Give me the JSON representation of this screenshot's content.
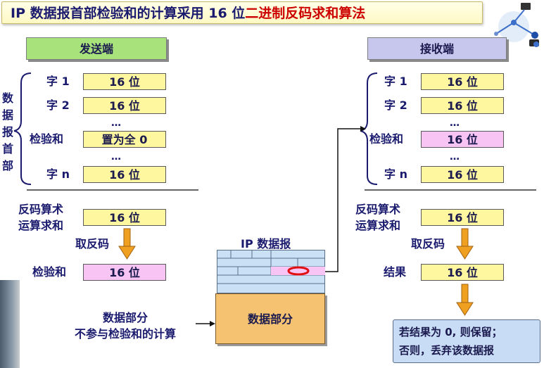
{
  "title": {
    "main": "IP 数据报首部检验和的计算采用 16 位",
    "highlight": "二进制反码求和算法"
  },
  "sender": {
    "header": "发送端",
    "side_label": [
      "数",
      "据",
      "报",
      "首",
      "部"
    ],
    "rows": [
      {
        "label": "字 1",
        "value": "16 位",
        "color": "yellow"
      },
      {
        "label": "字 2",
        "value": "16 位",
        "color": "yellow"
      },
      {
        "label": "检验和",
        "value": "置为全 0",
        "color": "yellow"
      },
      {
        "label": "字 n",
        "value": "16 位",
        "color": "yellow"
      }
    ],
    "dots": "…",
    "sum_label_1": "反码算术",
    "sum_label_2": "运算求和",
    "sum_value": "16 位",
    "invert_label": "取反码",
    "checksum_label": "检验和",
    "checksum_value": "16 位",
    "note_line1": "数据部分",
    "note_line2": "不参与检验和的计算"
  },
  "packet": {
    "label": "IP 数据报",
    "payload": "数据部分"
  },
  "receiver": {
    "header": "接收端",
    "rows": [
      {
        "label": "字 1",
        "value": "16 位",
        "color": "yellow"
      },
      {
        "label": "字 2",
        "value": "16 位",
        "color": "yellow"
      },
      {
        "label": "检验和",
        "value": "16 位",
        "color": "pink"
      },
      {
        "label": "字 n",
        "value": "16 位",
        "color": "yellow"
      }
    ],
    "dots": "…",
    "sum_label_1": "反码算术",
    "sum_label_2": "运算求和",
    "sum_value": "16 位",
    "invert_label": "取反码",
    "result_label": "结果",
    "result_value": "16 位",
    "result_note_1": "若结果为 0, 则保留；",
    "result_note_2": "否则，丢弃该数据报"
  },
  "colors": {
    "yellow_box": "#fff7a0",
    "pink_box": "#f7c4f4",
    "sender_header": "#a8e27a",
    "receiver_header": "#c7c7ee",
    "arrow": "#f0a020",
    "title_highlight": "#cc0000"
  }
}
